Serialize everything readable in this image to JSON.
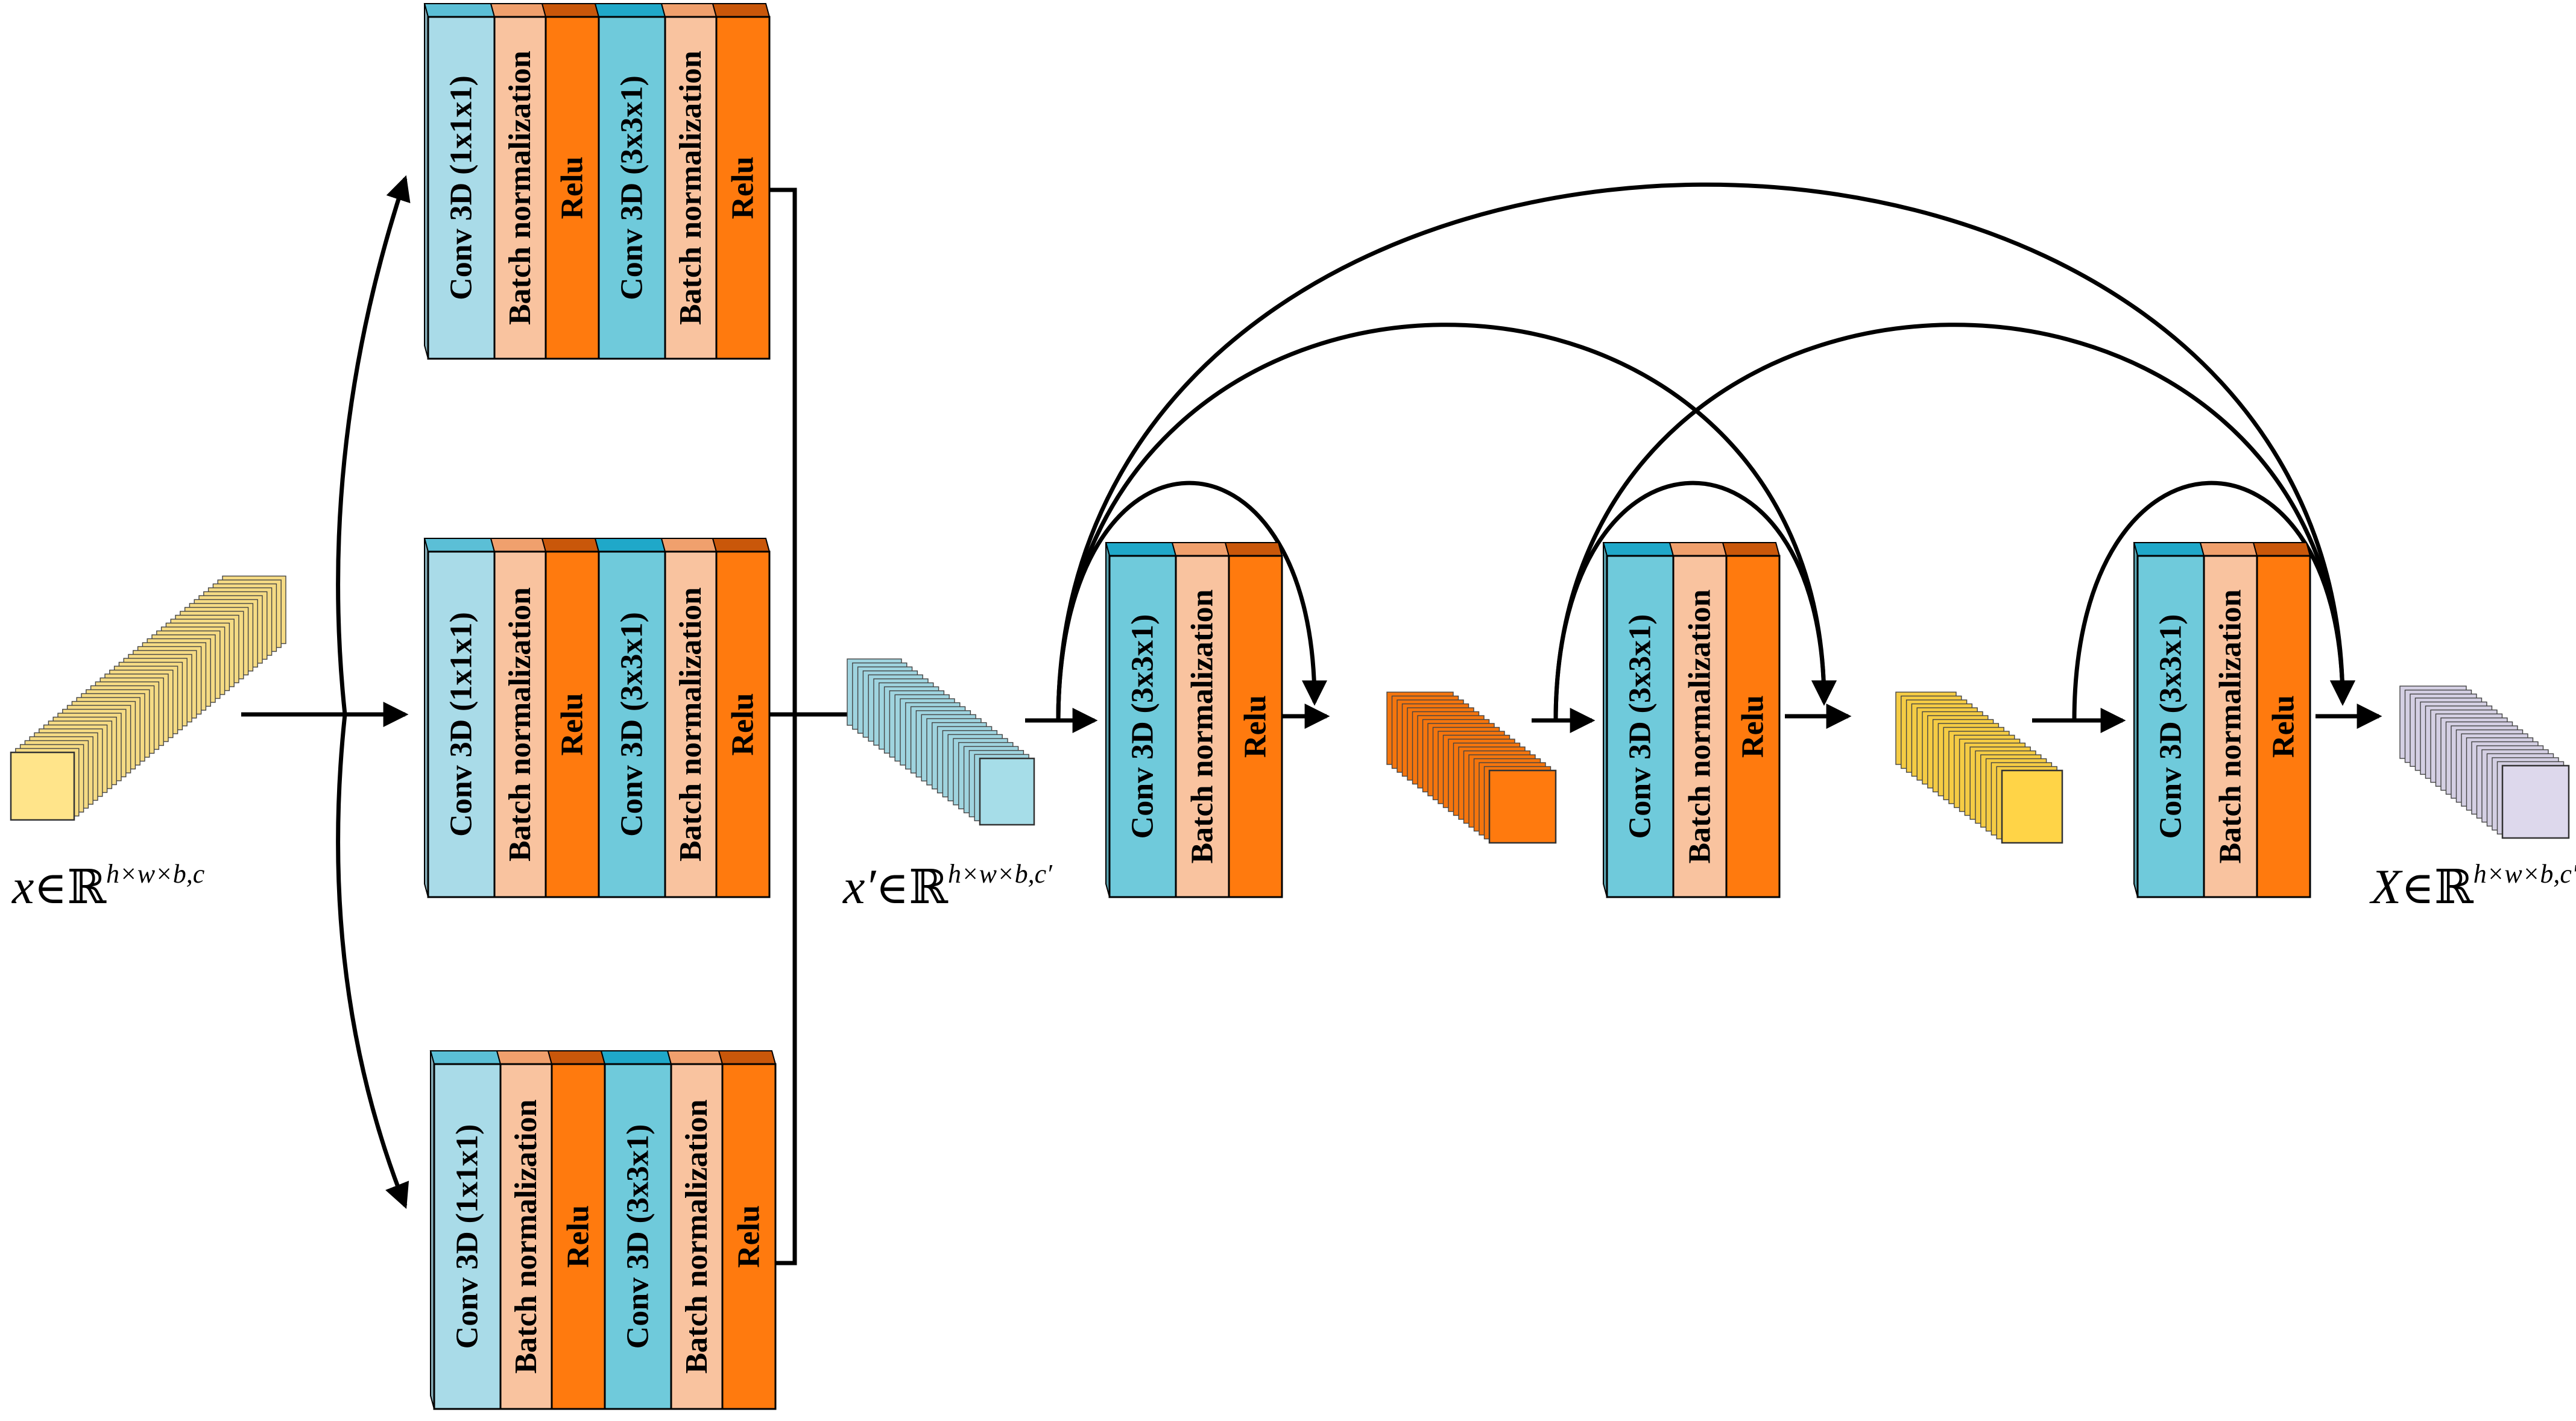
{
  "colors": {
    "conv_light": "#a9dbe8",
    "conv_light_top": "#5bbfd6",
    "conv_dark": "#6fcadb",
    "conv_dark_top": "#1fa8c9",
    "batch_norm": "#f9c39f",
    "batch_norm_top": "#f0a06d",
    "relu": "#ff7a0e",
    "relu_top": "#c9570a",
    "input_cube": "#ffe48a",
    "mid_cube": "#a6dde8",
    "orange_cube": "#ff7a0e",
    "yellow_cube": "#ffd447",
    "output_cube": "#ddd8ec",
    "line": "#000000"
  },
  "labels": {
    "conv1x1": "Conv 3D (1x1x1)",
    "conv3x3": "Conv 3D (3x3x1)",
    "batch_norm": "Batch normalization",
    "relu": "Relu"
  },
  "math": {
    "x_var": "x",
    "xp_var": "x′",
    "X_var": "X",
    "member": "∈",
    "reals": "ℝ",
    "sup_in": "h×w×b,c",
    "sup_mid": "h×w×b,c′",
    "sup_out": "h×w×b,c′"
  }
}
